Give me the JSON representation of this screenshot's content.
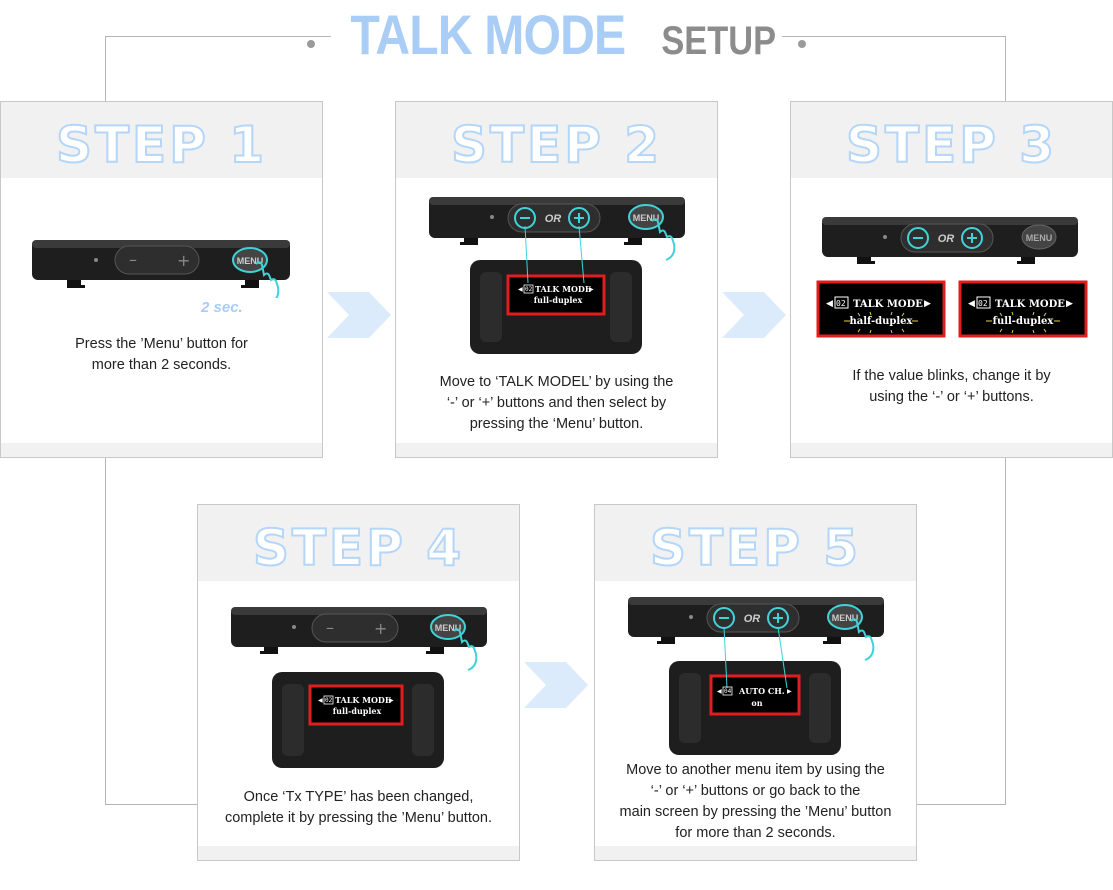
{
  "title": {
    "main": "TALK MODE",
    "sub": "SETUP"
  },
  "colors": {
    "accent_blue": "#a9cdf5",
    "step_outline": "#b4d6f8",
    "highlight_red": "#e01e1e",
    "cyan": "#3fd3d8",
    "device": "#1e1e1e"
  },
  "device": {
    "menu_label": "MENU",
    "or_label": "OR",
    "minus": "–",
    "plus": "+"
  },
  "steps": [
    {
      "label": "STEP 1",
      "press_time": "2 sec.",
      "description": [
        "Press the ’Menu’ button for",
        "more than 2 seconds."
      ]
    },
    {
      "label": "STEP 2",
      "screen": {
        "index": "02",
        "line1": "TALK MODE",
        "line2": "full-duplex"
      },
      "description": [
        "Move to ‘TALK MODEL’ by using the",
        "‘-’ or ‘+’ buttons and then select by",
        "pressing the ‘Menu’ button."
      ]
    },
    {
      "label": "STEP 3",
      "screens": [
        {
          "index": "02",
          "line1": "TALK MODE",
          "line2": "half-duplex"
        },
        {
          "index": "02",
          "line1": "TALK MODE",
          "line2": "full-duplex"
        }
      ],
      "description": [
        "If the value blinks, change it by",
        "using the ‘-’ or ‘+’ buttons."
      ]
    },
    {
      "label": "STEP 4",
      "screen": {
        "index": "02",
        "line1": "TALK MODE",
        "line2": "full-duplex"
      },
      "description": [
        "Once ‘Tx TYPE’ has been changed,",
        "complete it by pressing the ’Menu’ button."
      ]
    },
    {
      "label": "STEP 5",
      "screen": {
        "index": "04",
        "line1": "AUTO CH.",
        "line2": "on"
      },
      "description": [
        "Move to another menu item by using the",
        "‘-’ or ‘+’ buttons or go back to the",
        "main screen by pressing the ’Menu’ button",
        "for more than 2 seconds."
      ]
    }
  ]
}
